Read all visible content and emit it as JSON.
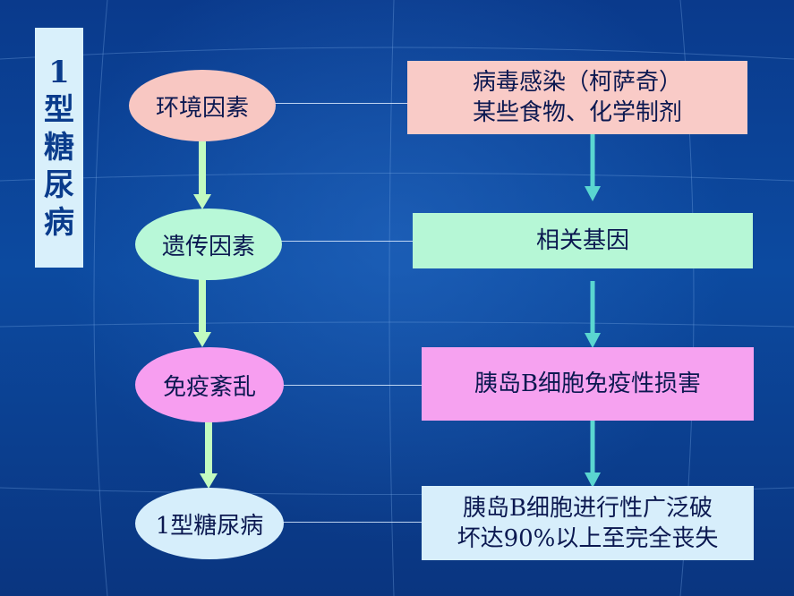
{
  "title": {
    "chars": [
      "1",
      "型",
      "糖",
      "尿",
      "病"
    ]
  },
  "left_nodes": [
    {
      "label": "环境因素",
      "fill": "#f8c7c2"
    },
    {
      "label": "遗传因素",
      "fill": "#b8f8d8"
    },
    {
      "label": "免疫紊乱",
      "fill": "#f79ef0"
    },
    {
      "label": "1型糖尿病",
      "fill": "#d6eefb"
    }
  ],
  "right_nodes": [
    {
      "lines": [
        "病毒感染（柯萨奇）",
        "某些食物、化学制剂"
      ],
      "fill": "#f9cbc7"
    },
    {
      "lines": [
        "相关基因"
      ],
      "fill": "#b6f7d6"
    },
    {
      "lines": [
        "胰岛B细胞免疫性损害"
      ],
      "fill": "#f6a2f0"
    },
    {
      "lines": [
        "胰岛B细胞进行性广泛破",
        "坏达90%以上至完全丧失"
      ],
      "fill": "#d7eefb"
    }
  ],
  "colors": {
    "left_arrow": "#c2fbc0",
    "right_arrow": "#5ad6d0",
    "title_bg": "#d9f0fb"
  }
}
